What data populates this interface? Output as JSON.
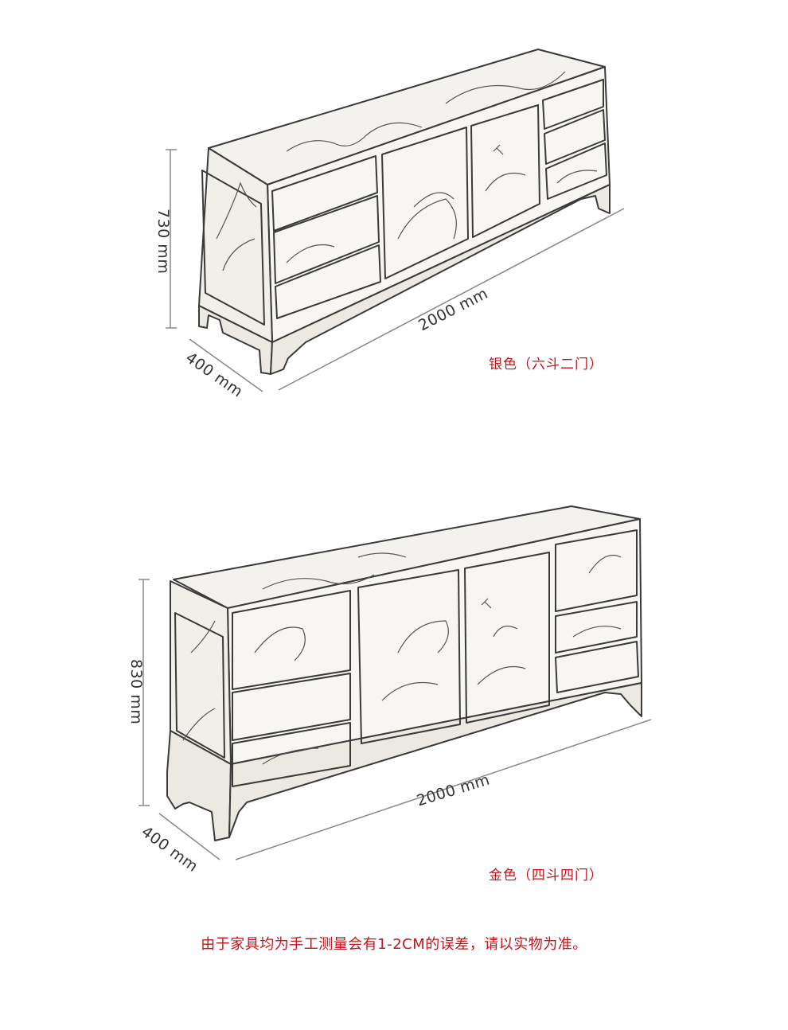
{
  "cabinet_top": {
    "height_label": "730 mm",
    "width_label": "2000 mm",
    "depth_label": "400 mm",
    "caption": "银色（六斗二门）"
  },
  "cabinet_bottom": {
    "height_label": "830 mm",
    "width_label": "2000 mm",
    "depth_label": "400 mm",
    "caption": "金色（四斗四门）"
  },
  "footer_note": "由于家具均为手工测量会有1-2CM的误差，请以实物为准。",
  "colors": {
    "caption_red": "#c0151a",
    "line": "#333333"
  }
}
